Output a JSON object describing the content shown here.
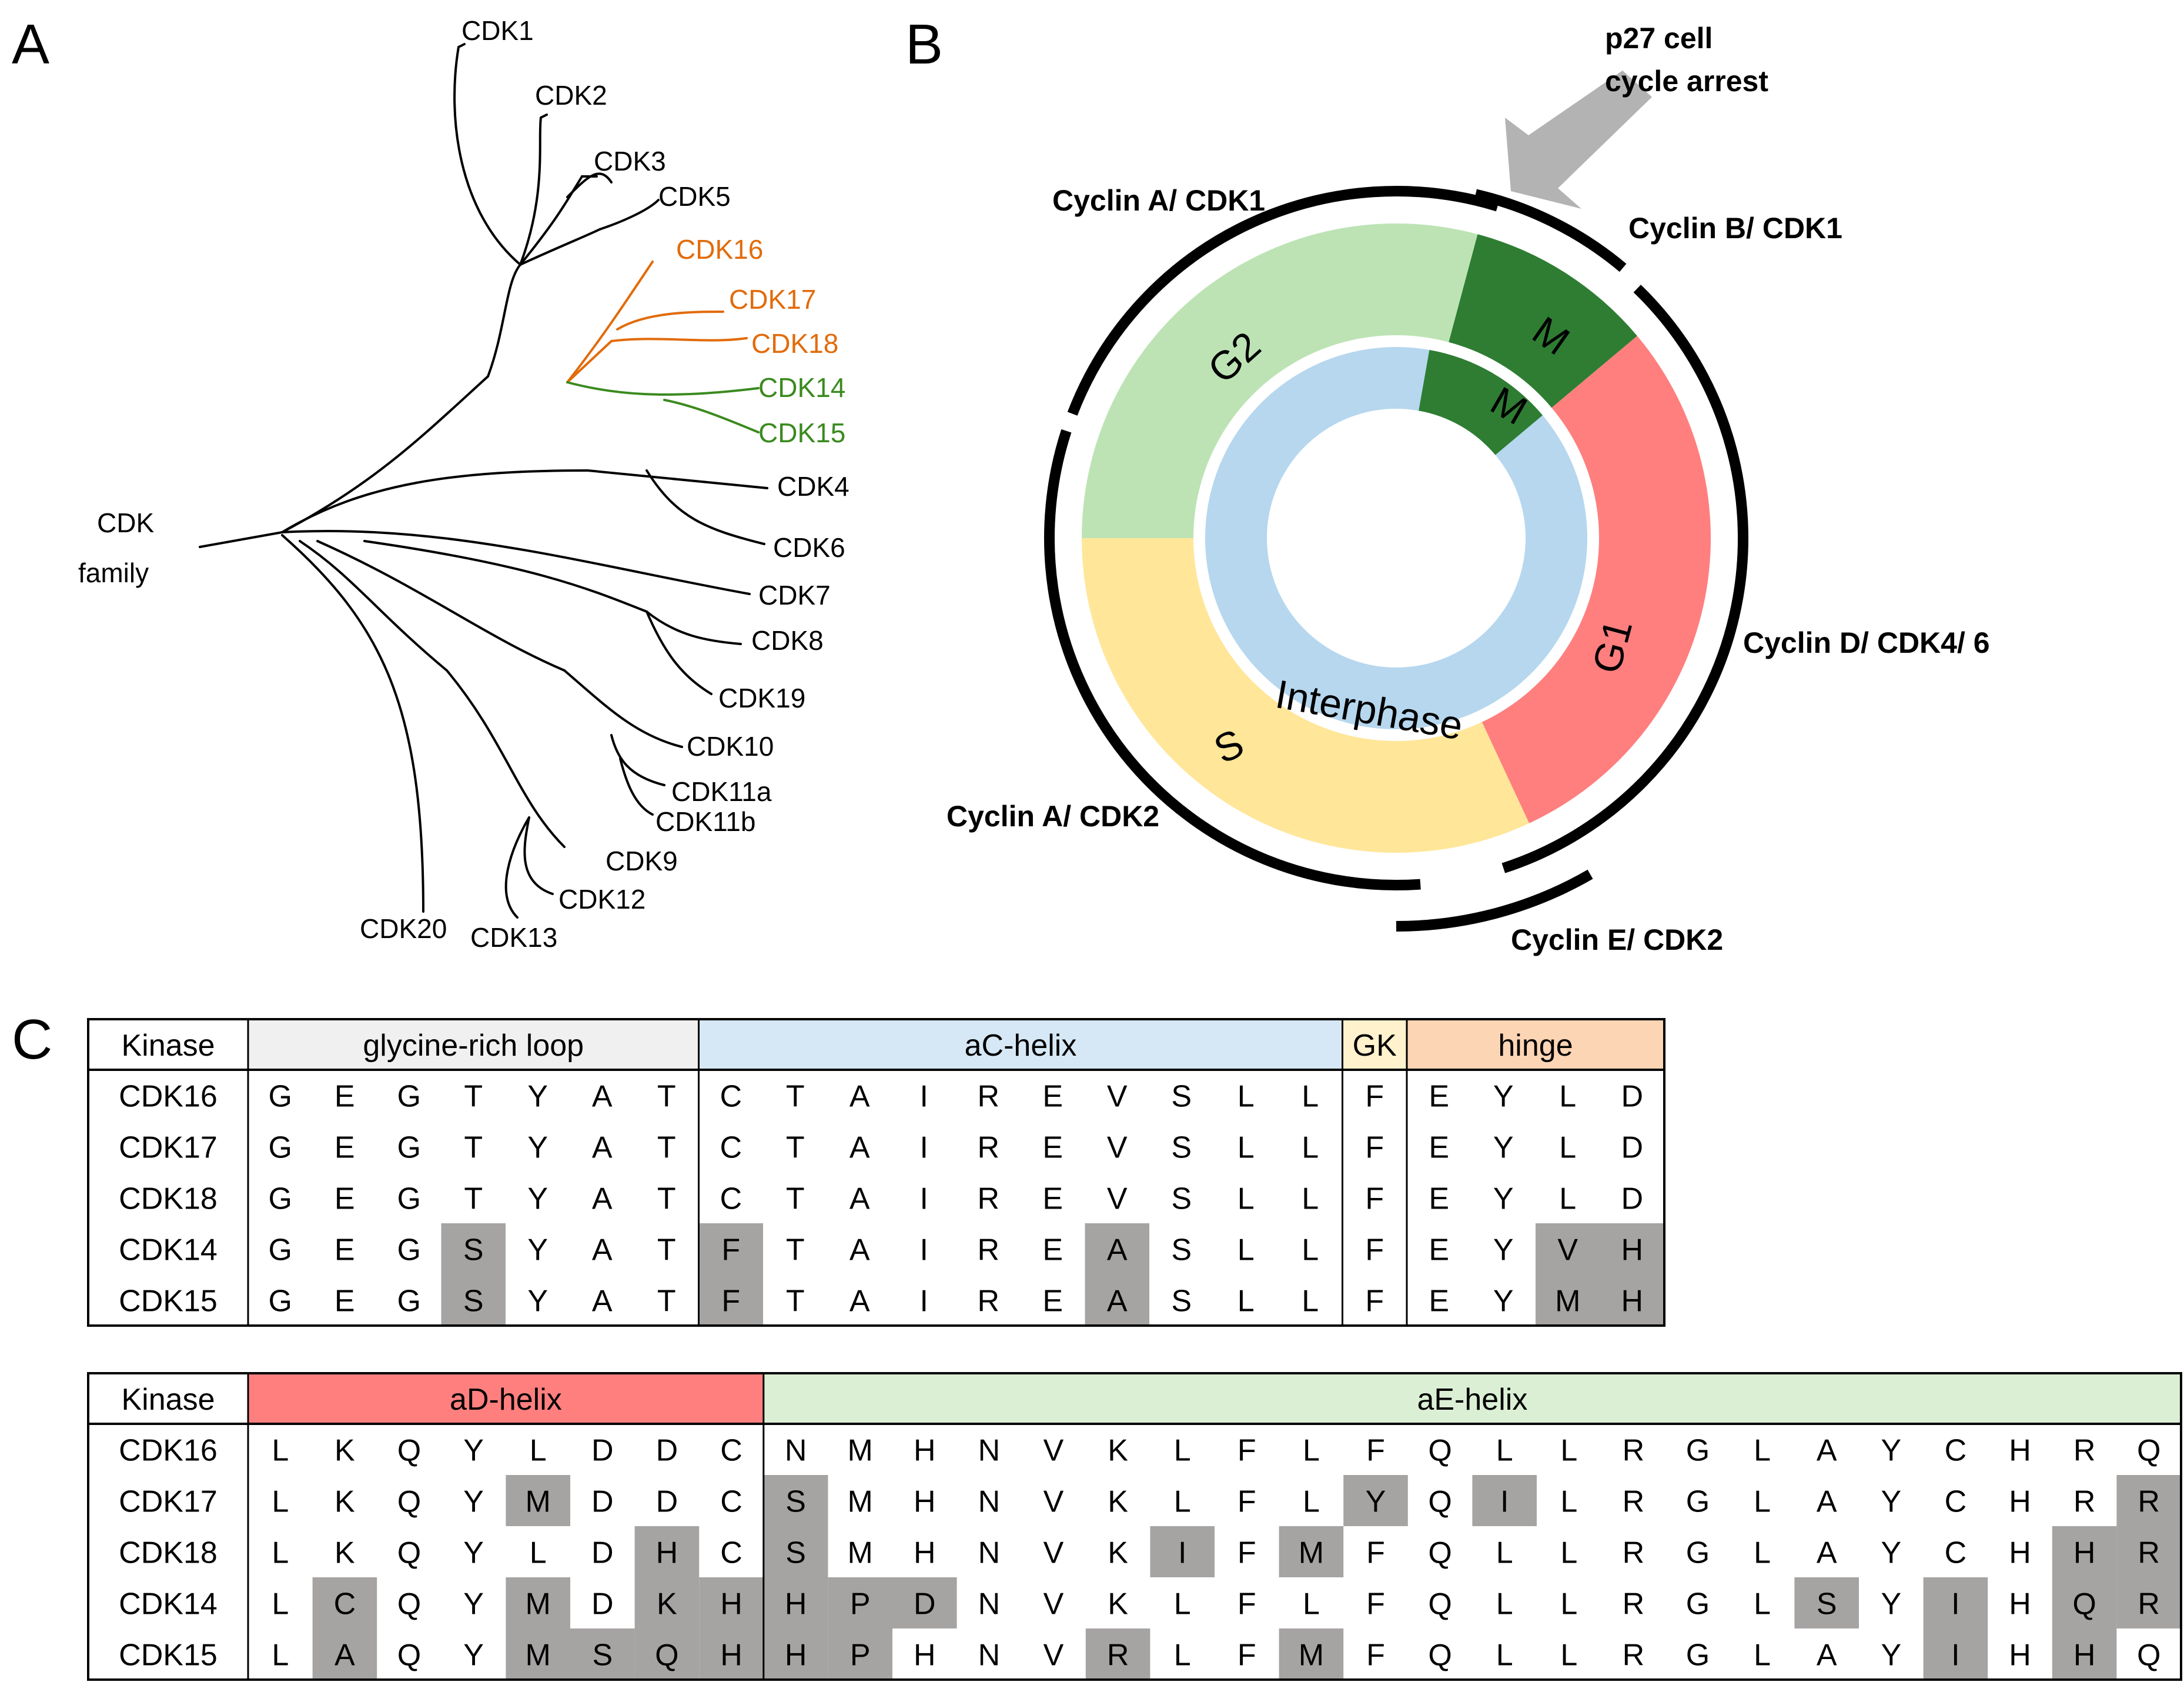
{
  "panels": {
    "a": "A",
    "b": "B",
    "c": "C"
  },
  "colors": {
    "default": "#000000",
    "cdk16_18_group": "#e26b0a",
    "cdk14_15_group": "#3a8a1e",
    "g1": "#ff7f7f",
    "s": "#ffe699",
    "g2": "#bde3b5",
    "m": "#2e7d32",
    "interphase": "#b6d7ee",
    "arrow": "#b3b3b3",
    "diff_shade": "#a6a3a3",
    "glycine_loop": "#f0f0f0",
    "ac_helix": "#d6e8f5",
    "gk": "#fff2cc",
    "hinge": "#fcd5b4",
    "ad_helix": "#ff7f7f",
    "ae_helix": "#dbefd5"
  },
  "tree": {
    "root_label": [
      "CDK",
      "family"
    ],
    "leaves": [
      {
        "id": "cdk1",
        "label": "CDK1",
        "group": "default"
      },
      {
        "id": "cdk2",
        "label": "CDK2",
        "group": "default"
      },
      {
        "id": "cdk3",
        "label": "CDK3",
        "group": "default"
      },
      {
        "id": "cdk5",
        "label": "CDK5",
        "group": "default"
      },
      {
        "id": "cdk16",
        "label": "CDK16",
        "group": "cdk16_18_group"
      },
      {
        "id": "cdk17",
        "label": "CDK17",
        "group": "cdk16_18_group"
      },
      {
        "id": "cdk18",
        "label": "CDK18",
        "group": "cdk16_18_group"
      },
      {
        "id": "cdk14",
        "label": "CDK14",
        "group": "cdk14_15_group"
      },
      {
        "id": "cdk15",
        "label": "CDK15",
        "group": "cdk14_15_group"
      },
      {
        "id": "cdk4",
        "label": "CDK4",
        "group": "default"
      },
      {
        "id": "cdk6",
        "label": "CDK6",
        "group": "default"
      },
      {
        "id": "cdk7",
        "label": "CDK7",
        "group": "default"
      },
      {
        "id": "cdk8",
        "label": "CDK8",
        "group": "default"
      },
      {
        "id": "cdk19",
        "label": "CDK19",
        "group": "default"
      },
      {
        "id": "cdk10",
        "label": "CDK10",
        "group": "default"
      },
      {
        "id": "cdk11a",
        "label": "CDK11a",
        "group": "default"
      },
      {
        "id": "cdk11b",
        "label": "CDK11b",
        "group": "default"
      },
      {
        "id": "cdk9",
        "label": "CDK9",
        "group": "default"
      },
      {
        "id": "cdk12",
        "label": "CDK12",
        "group": "default"
      },
      {
        "id": "cdk13",
        "label": "CDK13",
        "group": "default"
      },
      {
        "id": "cdk20",
        "label": "CDK20",
        "group": "default"
      }
    ]
  },
  "cell_cycle": {
    "arrow_label": [
      "p27 cell",
      "cycle arrest"
    ],
    "phases": {
      "g1": "G1",
      "s": "S",
      "g2": "G2",
      "m_outer": "M",
      "m_inner": "M"
    },
    "interphase": "Interphase",
    "complexes": {
      "cyclin_a_cdk1": "Cyclin A/ CDK1",
      "cyclin_b_cdk1": "Cyclin B/ CDK1",
      "cyclin_d_cdk46": "Cyclin D/ CDK4/ 6",
      "cyclin_e_cdk2": "Cyclin E/ CDK2",
      "cyclin_a_cdk2": "Cyclin A/ CDK2"
    }
  },
  "alignment": {
    "table1": {
      "header": [
        "Kinase",
        "glycine-rich loop",
        "aC-helix",
        "GK",
        "hinge"
      ],
      "rows": [
        {
          "kinase": "CDK16",
          "residues": [
            "G",
            "E",
            "G",
            "T",
            "Y",
            "A",
            "T",
            "C",
            "T",
            "A",
            "I",
            "R",
            "E",
            "V",
            "S",
            "L",
            "L",
            "F",
            "E",
            "Y",
            "L",
            "D"
          ],
          "diff": []
        },
        {
          "kinase": "CDK17",
          "residues": [
            "G",
            "E",
            "G",
            "T",
            "Y",
            "A",
            "T",
            "C",
            "T",
            "A",
            "I",
            "R",
            "E",
            "V",
            "S",
            "L",
            "L",
            "F",
            "E",
            "Y",
            "L",
            "D"
          ],
          "diff": []
        },
        {
          "kinase": "CDK18",
          "residues": [
            "G",
            "E",
            "G",
            "T",
            "Y",
            "A",
            "T",
            "C",
            "T",
            "A",
            "I",
            "R",
            "E",
            "V",
            "S",
            "L",
            "L",
            "F",
            "E",
            "Y",
            "L",
            "D"
          ],
          "diff": []
        },
        {
          "kinase": "CDK14",
          "residues": [
            "G",
            "E",
            "G",
            "S",
            "Y",
            "A",
            "T",
            "F",
            "T",
            "A",
            "I",
            "R",
            "E",
            "A",
            "S",
            "L",
            "L",
            "F",
            "E",
            "Y",
            "V",
            "H"
          ],
          "diff": [
            3,
            7,
            13,
            20,
            21
          ]
        },
        {
          "kinase": "CDK15",
          "residues": [
            "G",
            "E",
            "G",
            "S",
            "Y",
            "A",
            "T",
            "F",
            "T",
            "A",
            "I",
            "R",
            "E",
            "A",
            "S",
            "L",
            "L",
            "F",
            "E",
            "Y",
            "M",
            "H"
          ],
          "diff": [
            3,
            7,
            13,
            20,
            21
          ]
        }
      ]
    },
    "table2": {
      "header": [
        "Kinase",
        "aD-helix",
        "aE-helix"
      ],
      "rows": [
        {
          "kinase": "CDK16",
          "residues": [
            "L",
            "K",
            "Q",
            "Y",
            "L",
            "D",
            "D",
            "C",
            "N",
            "M",
            "H",
            "N",
            "V",
            "K",
            "L",
            "F",
            "L",
            "F",
            "Q",
            "L",
            "L",
            "R",
            "G",
            "L",
            "A",
            "Y",
            "C",
            "H",
            "R",
            "Q"
          ],
          "diff": []
        },
        {
          "kinase": "CDK17",
          "residues": [
            "L",
            "K",
            "Q",
            "Y",
            "M",
            "D",
            "D",
            "C",
            "S",
            "M",
            "H",
            "N",
            "V",
            "K",
            "L",
            "F",
            "L",
            "Y",
            "Q",
            "I",
            "L",
            "R",
            "G",
            "L",
            "A",
            "Y",
            "C",
            "H",
            "R",
            "R"
          ],
          "diff": [
            4,
            8,
            17,
            19,
            29
          ]
        },
        {
          "kinase": "CDK18",
          "residues": [
            "L",
            "K",
            "Q",
            "Y",
            "L",
            "D",
            "H",
            "C",
            "S",
            "M",
            "H",
            "N",
            "V",
            "K",
            "I",
            "F",
            "M",
            "F",
            "Q",
            "L",
            "L",
            "R",
            "G",
            "L",
            "A",
            "Y",
            "C",
            "H",
            "H",
            "R"
          ],
          "diff": [
            6,
            8,
            14,
            16,
            28,
            29
          ]
        },
        {
          "kinase": "CDK14",
          "residues": [
            "L",
            "C",
            "Q",
            "Y",
            "M",
            "D",
            "K",
            "H",
            "H",
            "P",
            "D",
            "N",
            "V",
            "K",
            "L",
            "F",
            "L",
            "F",
            "Q",
            "L",
            "L",
            "R",
            "G",
            "L",
            "S",
            "Y",
            "I",
            "H",
            "Q",
            "R"
          ],
          "diff": [
            1,
            4,
            6,
            7,
            8,
            9,
            10,
            24,
            26,
            28,
            29
          ]
        },
        {
          "kinase": "CDK15",
          "residues": [
            "L",
            "A",
            "Q",
            "Y",
            "M",
            "S",
            "Q",
            "H",
            "H",
            "P",
            "H",
            "N",
            "V",
            "R",
            "L",
            "F",
            "M",
            "F",
            "Q",
            "L",
            "L",
            "R",
            "G",
            "L",
            "A",
            "Y",
            "I",
            "H",
            "H",
            "Q"
          ],
          "diff": [
            1,
            4,
            5,
            6,
            7,
            8,
            9,
            13,
            16,
            26,
            28
          ]
        }
      ]
    }
  }
}
